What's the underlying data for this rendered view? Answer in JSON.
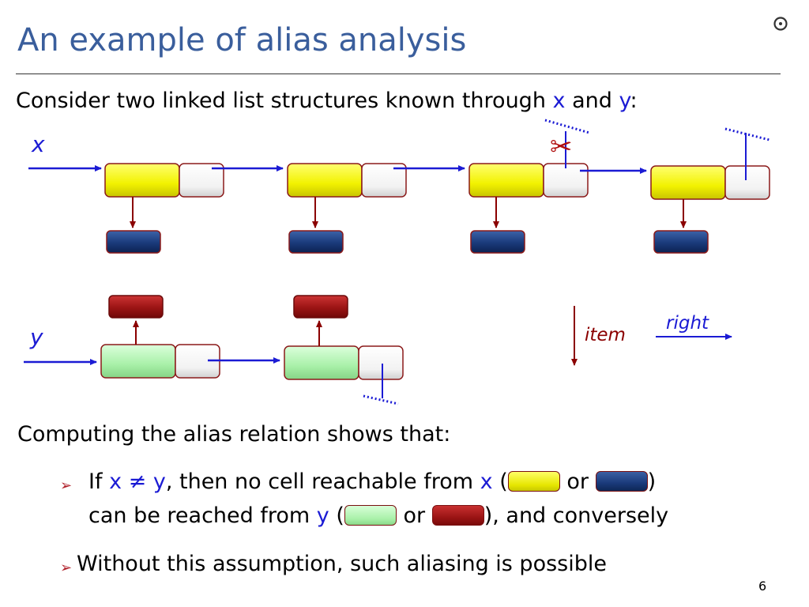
{
  "slide": {
    "title": "An example of alias analysis",
    "page_number": "6"
  },
  "intro": {
    "prefix": "Consider two linked list structures known through ",
    "x": "x",
    "and": " and ",
    "y": "y",
    "suffix": ":"
  },
  "diagram": {
    "label_x": "x",
    "label_y": "y",
    "scissors": "✂",
    "legend_item": "item",
    "legend_right": "right",
    "colors": {
      "yellow": "#ffff33",
      "blue": "#1a3a7a",
      "green": "#a8f0a8",
      "red": "#9b1414",
      "arrow_blue": "#1b1bd4",
      "arrow_red": "#8b0000"
    }
  },
  "body": {
    "computing": "Computing the alias relation shows that:",
    "bullet_glyph": "➢",
    "b1_if": "If ",
    "b1_x": "x",
    "b1_neq": " ≠ ",
    "b1_y": "y",
    "b1_then": ", then no cell reachable from ",
    "b1_x2": "x",
    "b1_open": " (",
    "b1_or": " or ",
    "b1_close": ")",
    "b2_can": "can be reached from ",
    "b2_y": "y",
    "b2_open": " (",
    "b2_or": " or ",
    "b2_close": "), and conversely",
    "bullet2": "Without this assumption, such aliasing is possible"
  }
}
